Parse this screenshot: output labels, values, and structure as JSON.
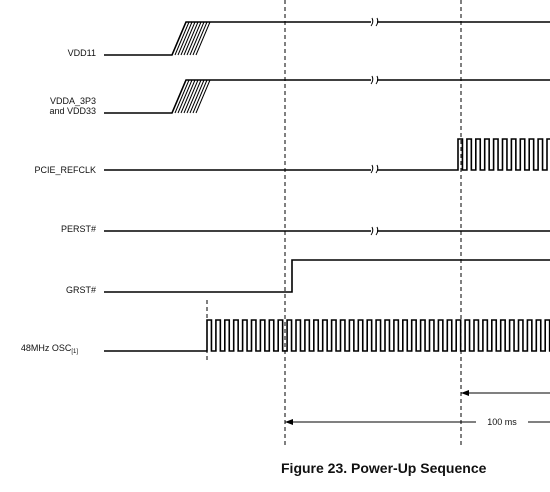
{
  "signals": [
    {
      "id": "vdd11",
      "label_lines": [
        "VDD11"
      ]
    },
    {
      "id": "vdda",
      "label_lines": [
        "VDDA_3P3",
        "and VDD33"
      ]
    },
    {
      "id": "pcie_refclk",
      "label_lines": [
        "PCIE_REFCLK"
      ]
    },
    {
      "id": "perst",
      "label_lines": [
        "PERST#"
      ]
    },
    {
      "id": "grst",
      "label_lines": [
        "GRST#"
      ]
    },
    {
      "id": "osc",
      "label_main": "48MHz OSC",
      "label_sub": "[1]"
    }
  ],
  "timing": {
    "label": "100 ms"
  },
  "caption": "Figure 23.  Power-Up Sequence"
}
